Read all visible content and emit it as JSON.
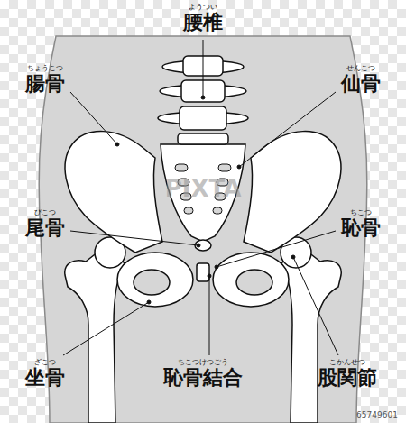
{
  "diagram": {
    "labels": [
      "ようつい",
      "腰椎",
      "ちょうこつ",
      "腸骨",
      "せんこつ",
      "仙骨",
      "びこつ",
      "尾骨",
      "ちこつ",
      "恥骨",
      "ざこつ",
      "坐骨",
      "ちこつけつごう",
      "恥骨結合",
      "こかんせつ",
      "股関節",
      "PIXTA",
      "65749601"
    ]
  }
}
